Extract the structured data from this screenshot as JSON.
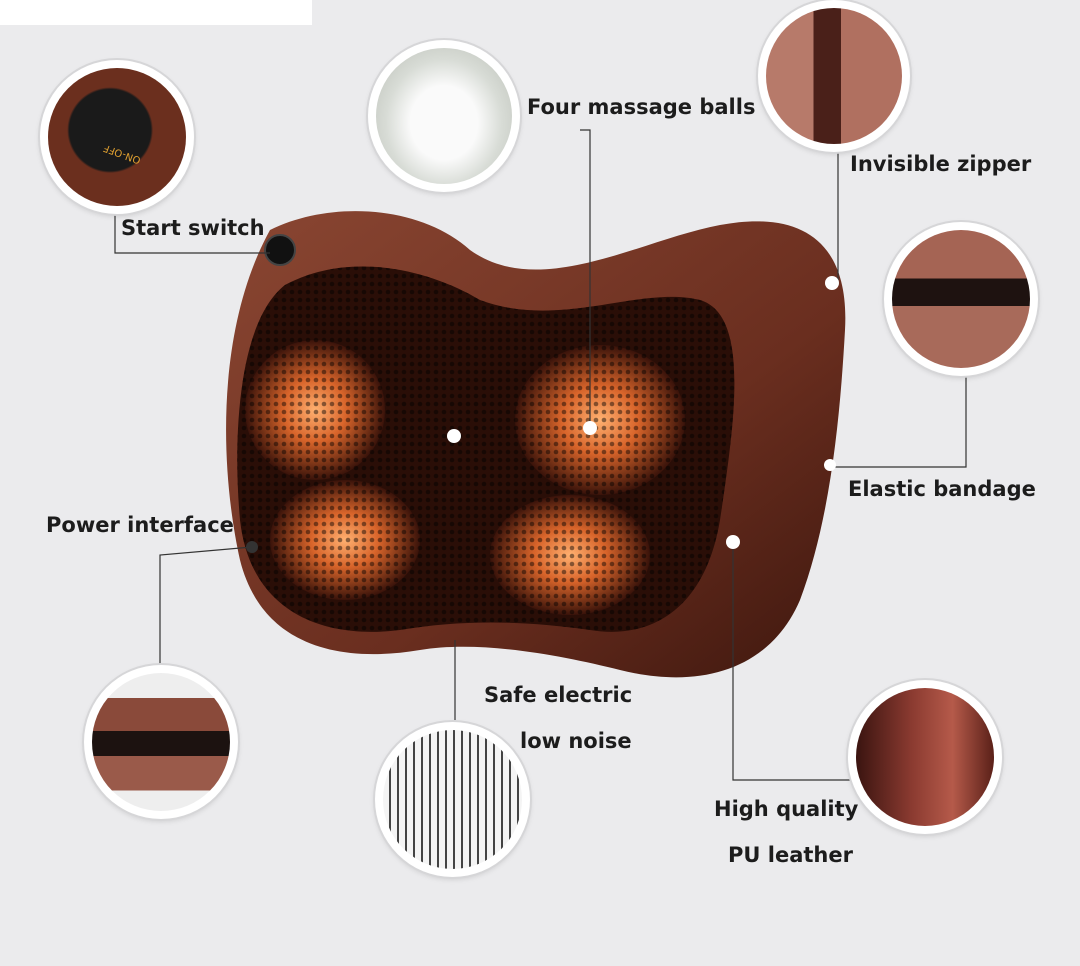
{
  "labels": {
    "start_switch": "Start switch",
    "four_balls": "Four massage balls",
    "invisible_zipper": "Invisible zipper",
    "elastic_bandage": "Elastic bandage",
    "power_interface": "Power interface",
    "safe_electric": "Safe electric",
    "low_noise": "low noise",
    "high_quality": "High quality",
    "pu_leather": "PU leather"
  },
  "switch_text": "ON-OFF",
  "colors": {
    "background": "#ebebed",
    "leather": "#6b2f1e",
    "glow": "#f08a3c"
  }
}
